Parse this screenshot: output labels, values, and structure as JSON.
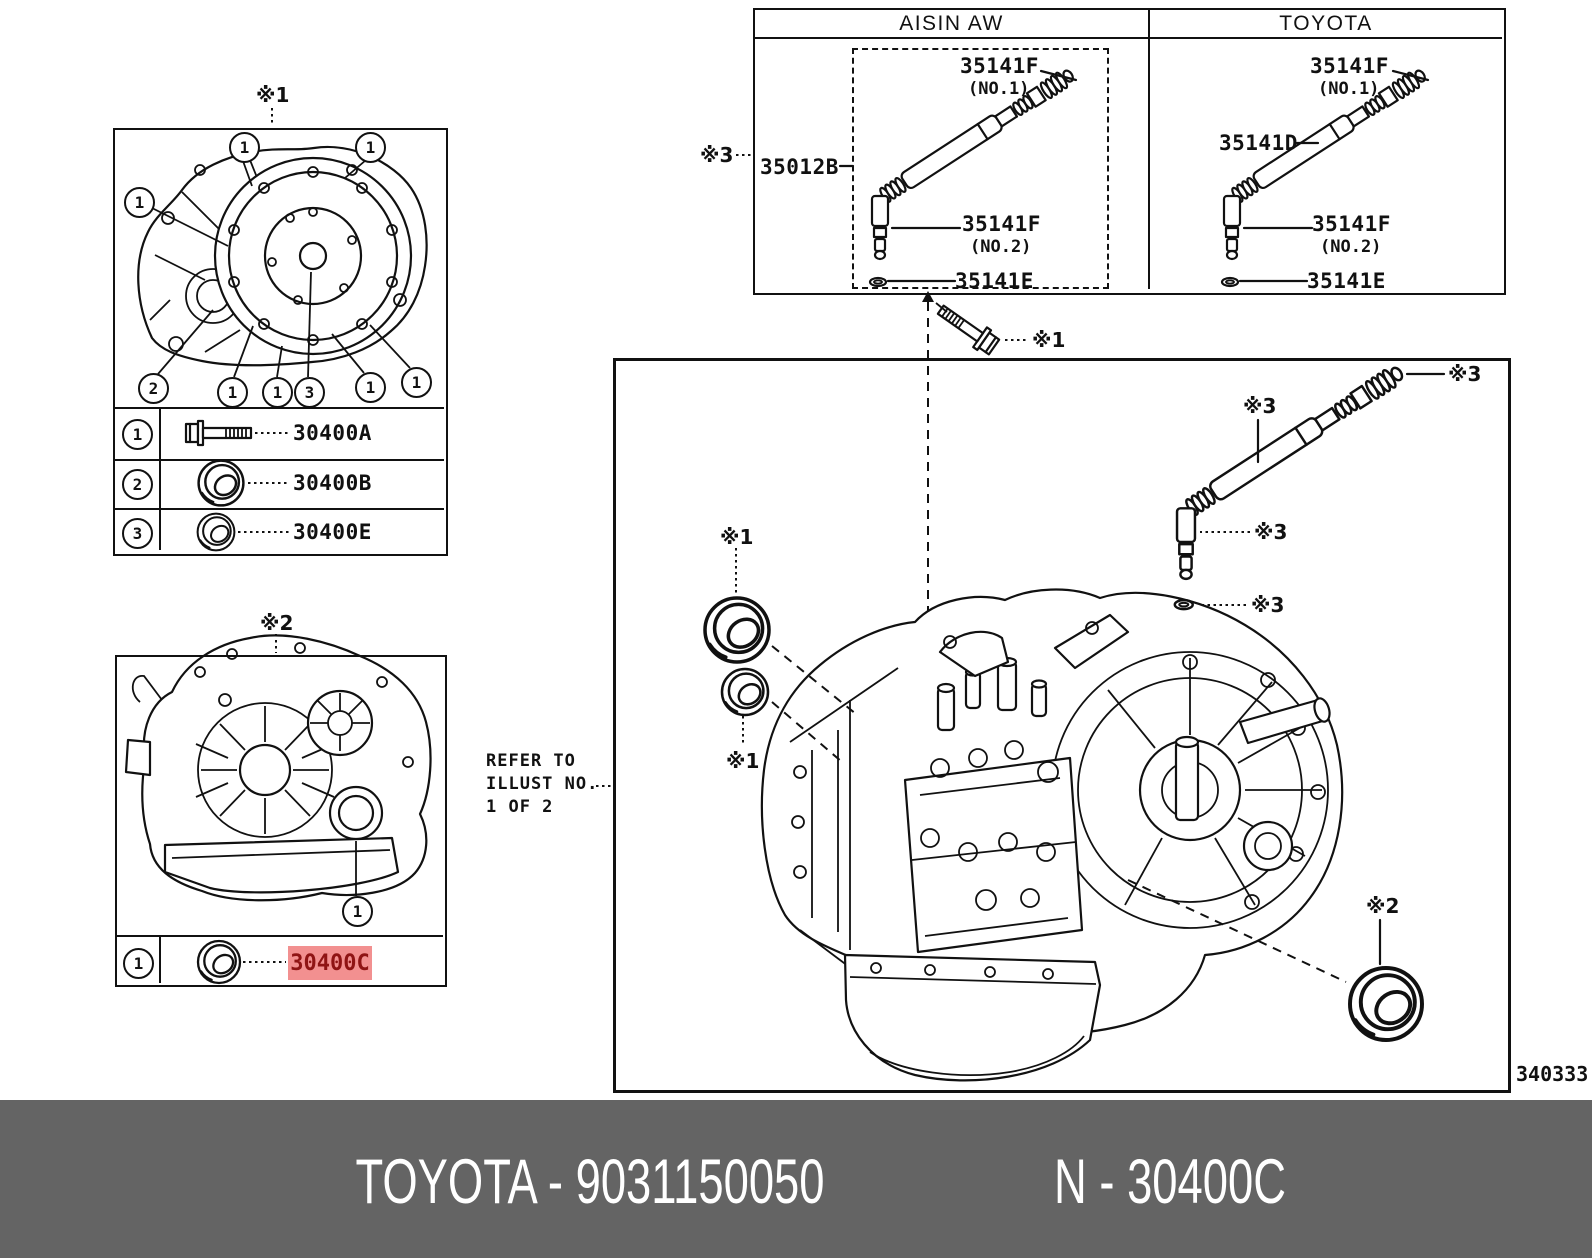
{
  "top_table": {
    "headers": [
      "AISIN AW",
      "TOYOTA"
    ],
    "ref3_label": "※3",
    "aisin": {
      "assembly": "35012B",
      "cap_top": "35141F",
      "cap_top_no": "(NO.1)",
      "cap_mid": "35141F",
      "cap_mid_no": "(NO.2)",
      "oring": "35141E"
    },
    "toyota": {
      "rod": "35141D",
      "cap_top": "35141F",
      "cap_top_no": "(NO.1)",
      "cap_mid": "35141F",
      "cap_mid_no": "(NO.2)",
      "oring": "35141E"
    }
  },
  "illust1": {
    "ref": "※1",
    "callouts": [
      "1",
      "1",
      "1",
      "2",
      "1",
      "1",
      "3",
      "1",
      "1"
    ],
    "rows": [
      {
        "num": "1",
        "part": "30400A"
      },
      {
        "num": "2",
        "part": "30400B"
      },
      {
        "num": "3",
        "part": "30400E"
      }
    ]
  },
  "illust2": {
    "ref": "※2",
    "callout": "1",
    "row": {
      "num": "1",
      "part": "30400C"
    }
  },
  "main_view": {
    "bolt_ref": "※1",
    "seal_top_ref": "※1",
    "seal_bottom_ref": "※1",
    "gauge_tip_ref": "※3",
    "gauge_rod_ref": "※3",
    "gauge_joint_ref": "※3",
    "gauge_oring_ref": "※3",
    "seal_right_ref": "※2",
    "refer_line1": "REFER TO",
    "refer_line2": "ILLUST NO.",
    "refer_line3": "1 OF 2",
    "drawing_no": "340333"
  },
  "footer": {
    "left": "TOYOTA - 9031150050",
    "right": "N - 30400C"
  },
  "colors": {
    "highlight_bg": "#f29090",
    "highlight_text": "#8f1414",
    "footer_bg": "#646464",
    "line": "#111111"
  }
}
